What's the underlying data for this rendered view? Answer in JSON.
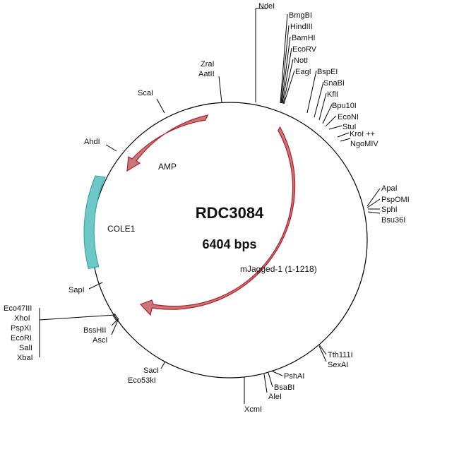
{
  "plasmid": {
    "name": "RDC3084",
    "size": "6404 bps"
  },
  "colors": {
    "arrow_fill": "#c8787a",
    "arrow_stroke": "#b01e2a",
    "cole1_fill": "#6ec8c8",
    "cole1_stroke": "#3aa6a6"
  },
  "features": [
    {
      "name": "AMP",
      "type": "arrow",
      "color": "arrow"
    },
    {
      "name": "mJagged-1 (1-1218)",
      "type": "arrow",
      "color": "arrow"
    },
    {
      "name": "COLE1",
      "type": "block",
      "color": "cole1"
    }
  ],
  "sites": {
    "ndei": "NdeI",
    "bmgbi": "BmgBI",
    "hindiii": "HindIII",
    "bamhi": "BamHI",
    "ecorv": "EcoRV",
    "noti": "NotI",
    "eagi": "EagI",
    "bspei": "BspEI",
    "snabi": "SnaBI",
    "kfli": "KflI",
    "bpu10i": "Bpu10I",
    "econi": "EcoNI",
    "stui": "StuI",
    "kroi": "KroI ++",
    "ngomiv": "NgoMIV",
    "apai": "ApaI",
    "pspomi": "PspOMI",
    "sphi": "SphI",
    "bsu36i": "Bsu36I",
    "tth111i": "Tth111I",
    "sexai": "SexAI",
    "pshai": "PshAI",
    "bsabi": "BsaBI",
    "alei": "AleI",
    "xcmi": "XcmI",
    "saci": "SacI",
    "eco53ki": "Eco53kI",
    "bsshii": "BssHII",
    "asci": "AscI",
    "eco47iii": "Eco47III",
    "xhoi": "XhoI",
    "pspxi": "PspXI",
    "ecori": "EcoRI",
    "sali": "SalI",
    "xbai": "XbaI",
    "sapi": "SapI",
    "ahdi": "AhdI",
    "scai": "ScaI",
    "zrai": "ZraI",
    "aatii": "AatII"
  }
}
